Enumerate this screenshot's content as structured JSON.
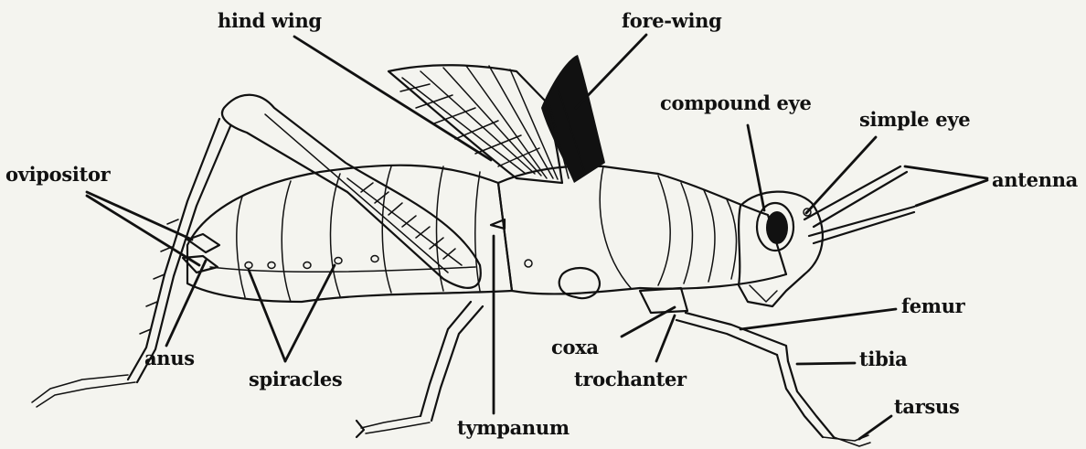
{
  "labels": {
    "hind_wing": "hind wing",
    "fore_wing": "fore-wing",
    "compound_eye": "compound eye",
    "simple_eye": "simple eye",
    "antenna": "antenna",
    "ovipositor": "ovipositor",
    "femur": "femur",
    "coxa": "coxa",
    "tibia": "tibia",
    "anus": "anus",
    "spiracles": "spiracles",
    "trochanter": "trochanter",
    "tympanum": "tympanum",
    "tarsus": "tarsus"
  },
  "colors": {
    "ink": "#111111",
    "paper": "#f4f4ef"
  }
}
